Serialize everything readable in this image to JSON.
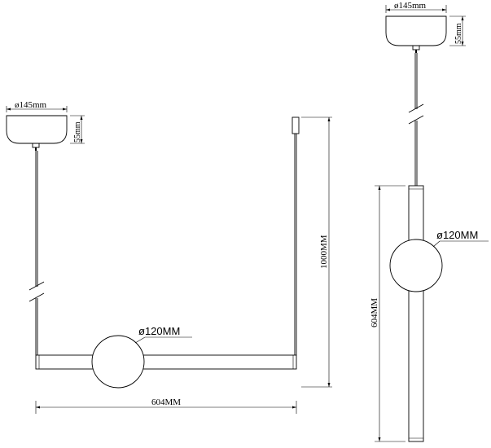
{
  "drawing": {
    "front_view": {
      "canopy_diameter": "ø145mm",
      "canopy_height": "55mm",
      "total_height": "1000MM",
      "sphere_diameter": "ø120MM",
      "bar_length": "604MM"
    },
    "side_view": {
      "canopy_diameter": "ø145mm",
      "canopy_height": "55mm",
      "sphere_diameter": "ø120MM",
      "bar_length": "604MM"
    }
  }
}
